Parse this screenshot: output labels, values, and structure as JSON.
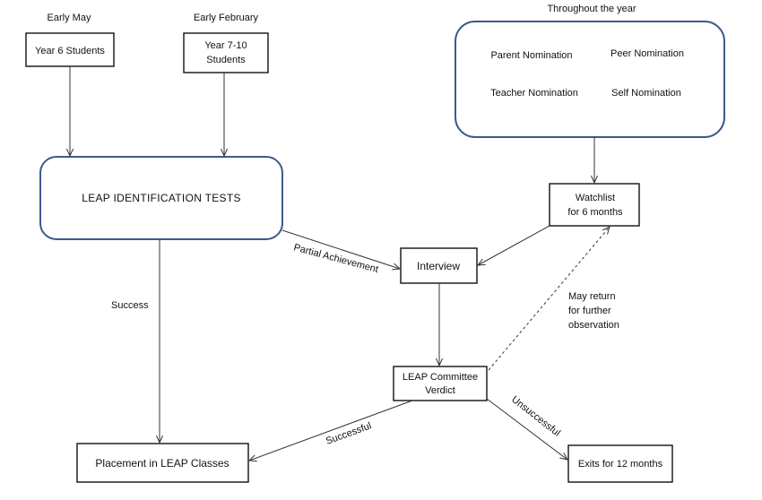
{
  "timing": {
    "early_may": "Early May",
    "early_february": "Early February",
    "throughout_year": "Throughout the year"
  },
  "nodes": {
    "year6": "Year 6 Students",
    "year710_line1": "Year 7-10",
    "year710_line2": "Students",
    "leap_tests": "LEAP IDENTIFICATION TESTS",
    "parent_nom": "Parent Nomination",
    "peer_nom": "Peer Nomination",
    "teacher_nom": "Teacher Nomination",
    "self_nom": "Self Nomination",
    "watchlist_line1": "Watchlist",
    "watchlist_line2": "for 6 months",
    "interview": "Interview",
    "verdict_line1": "LEAP Committee",
    "verdict_line2": "Verdict",
    "placement": "Placement in LEAP Classes",
    "exits": "Exits for 12 months"
  },
  "edge_labels": {
    "partial": "Partial Achievement",
    "success": "Success",
    "successful": "Successful",
    "unsuccessful": "Unsuccessful",
    "may_return_1": "May return",
    "may_return_2": "for further",
    "may_return_3": "observation"
  },
  "colors": {
    "rounded_border": "#3b5a8c",
    "line": "#333333"
  }
}
